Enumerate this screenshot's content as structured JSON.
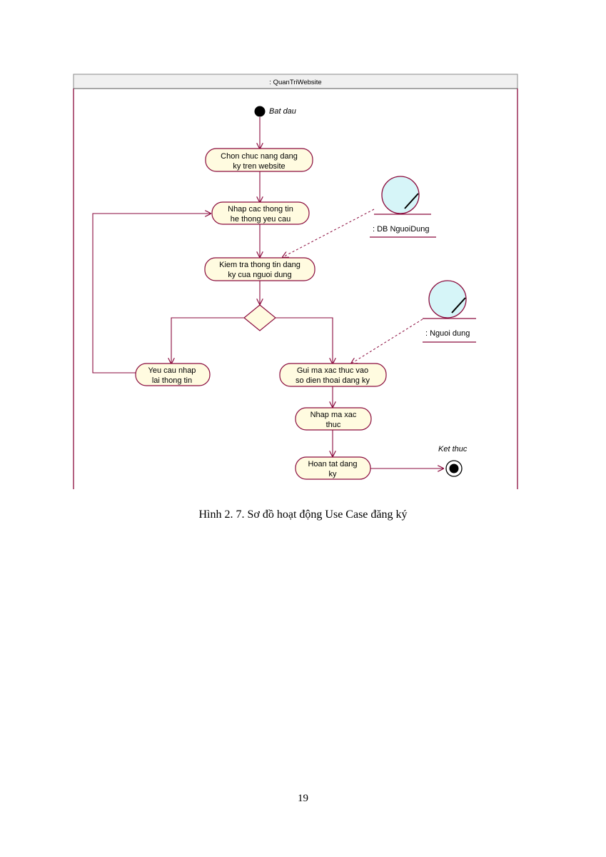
{
  "diagram": {
    "swimlane_title": ": QuanTriWebsite",
    "start_label": "Bat dau",
    "end_label": "Ket thuc",
    "activities": {
      "a1": [
        "Chon chuc nang dang",
        "ky tren website"
      ],
      "a2": [
        "Nhap cac thong tin",
        "he thong yeu cau"
      ],
      "a3": [
        "Kiem tra thong tin dang",
        "ky cua nguoi dung"
      ],
      "a4": [
        "Yeu cau nhap",
        "lai thong tin"
      ],
      "a5": [
        "Gui ma xac thuc vao",
        "so dien thoai dang ky"
      ],
      "a6": [
        "Nhap ma xac",
        "thuc"
      ],
      "a7": [
        "Hoan tat dang",
        "ky"
      ]
    },
    "objects": {
      "db": ": DB NguoiDung",
      "user": ": Nguoi dung"
    },
    "colors": {
      "line": "#8a0a3c",
      "activity_fill": "#fffbe0",
      "object_fill": "#d6f5f8"
    }
  },
  "caption": "Hình 2. 7. Sơ đồ hoạt động Use Case đăng ký",
  "page_number": "19"
}
